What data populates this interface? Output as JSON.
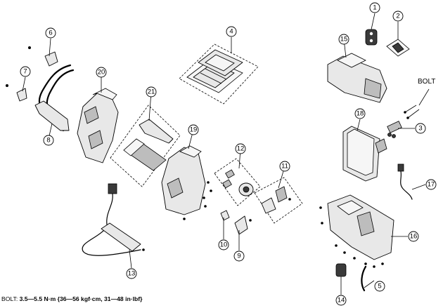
{
  "diagram": {
    "callouts": [
      "1",
      "2",
      "3",
      "4",
      "5",
      "6",
      "7",
      "8",
      "9",
      "10",
      "11",
      "12",
      "13",
      "14",
      "15",
      "16",
      "17",
      "18",
      "19",
      "20",
      "21"
    ],
    "bolt_label": "BOLT",
    "torque_note": {
      "key": "BOLT:",
      "value": "3.5—5.5 N·m {36—56 kgf·cm, 31—48 in·lbf}"
    }
  }
}
